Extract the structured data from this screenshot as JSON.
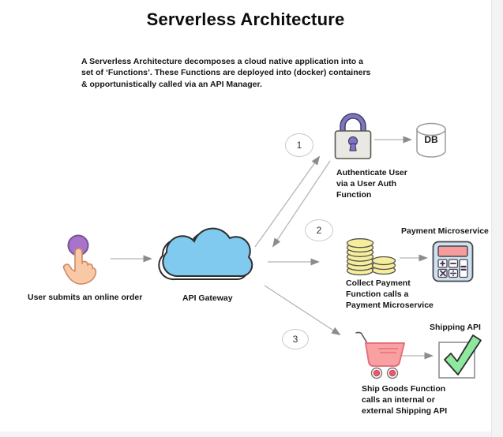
{
  "title": "Serverless Architecture",
  "description": "A Serverless Architecture decomposes a cloud native application  into a\nset of ‘Functions’. These Functions are deployed into (docker) containers\n& opportunistically called via an API Manager.",
  "gateway": {
    "label": "API Gateway"
  },
  "user": {
    "label": "User submits an online order"
  },
  "db": {
    "label": "DB"
  },
  "steps": [
    {
      "number": "1",
      "caption": "Authenticate User\nvia a User Auth\nFunction"
    },
    {
      "number": "2",
      "caption": "Collect Payment\nFunction calls a\nPayment Microservice",
      "service": "Payment Microservice"
    },
    {
      "number": "3",
      "caption": "Ship Goods Function\ncalls an internal or\nexternal Shipping API",
      "service": "Shipping API"
    }
  ],
  "icons": [
    "hand-click-icon",
    "cloud-icon",
    "padlock-icon",
    "database-icon",
    "coin-stacks-icon",
    "calculator-icon",
    "shopping-cart-icon",
    "checkmark-icon"
  ],
  "colors": {
    "cloud_blue": "#7fcaee",
    "lock_purple": "#7d76c4",
    "button_purple": "#a873c8",
    "skin": "#f9c8a6",
    "coin_yellow": "#f6ee9d",
    "calculator_body": "#cfe2f5",
    "calculator_display": "#f59d9d",
    "cart_pink": "#f9a1a1",
    "wheel_red": "#ea5a6e",
    "check_green": "#8ee89e",
    "arrow_gray": "#8c8c8c"
  }
}
